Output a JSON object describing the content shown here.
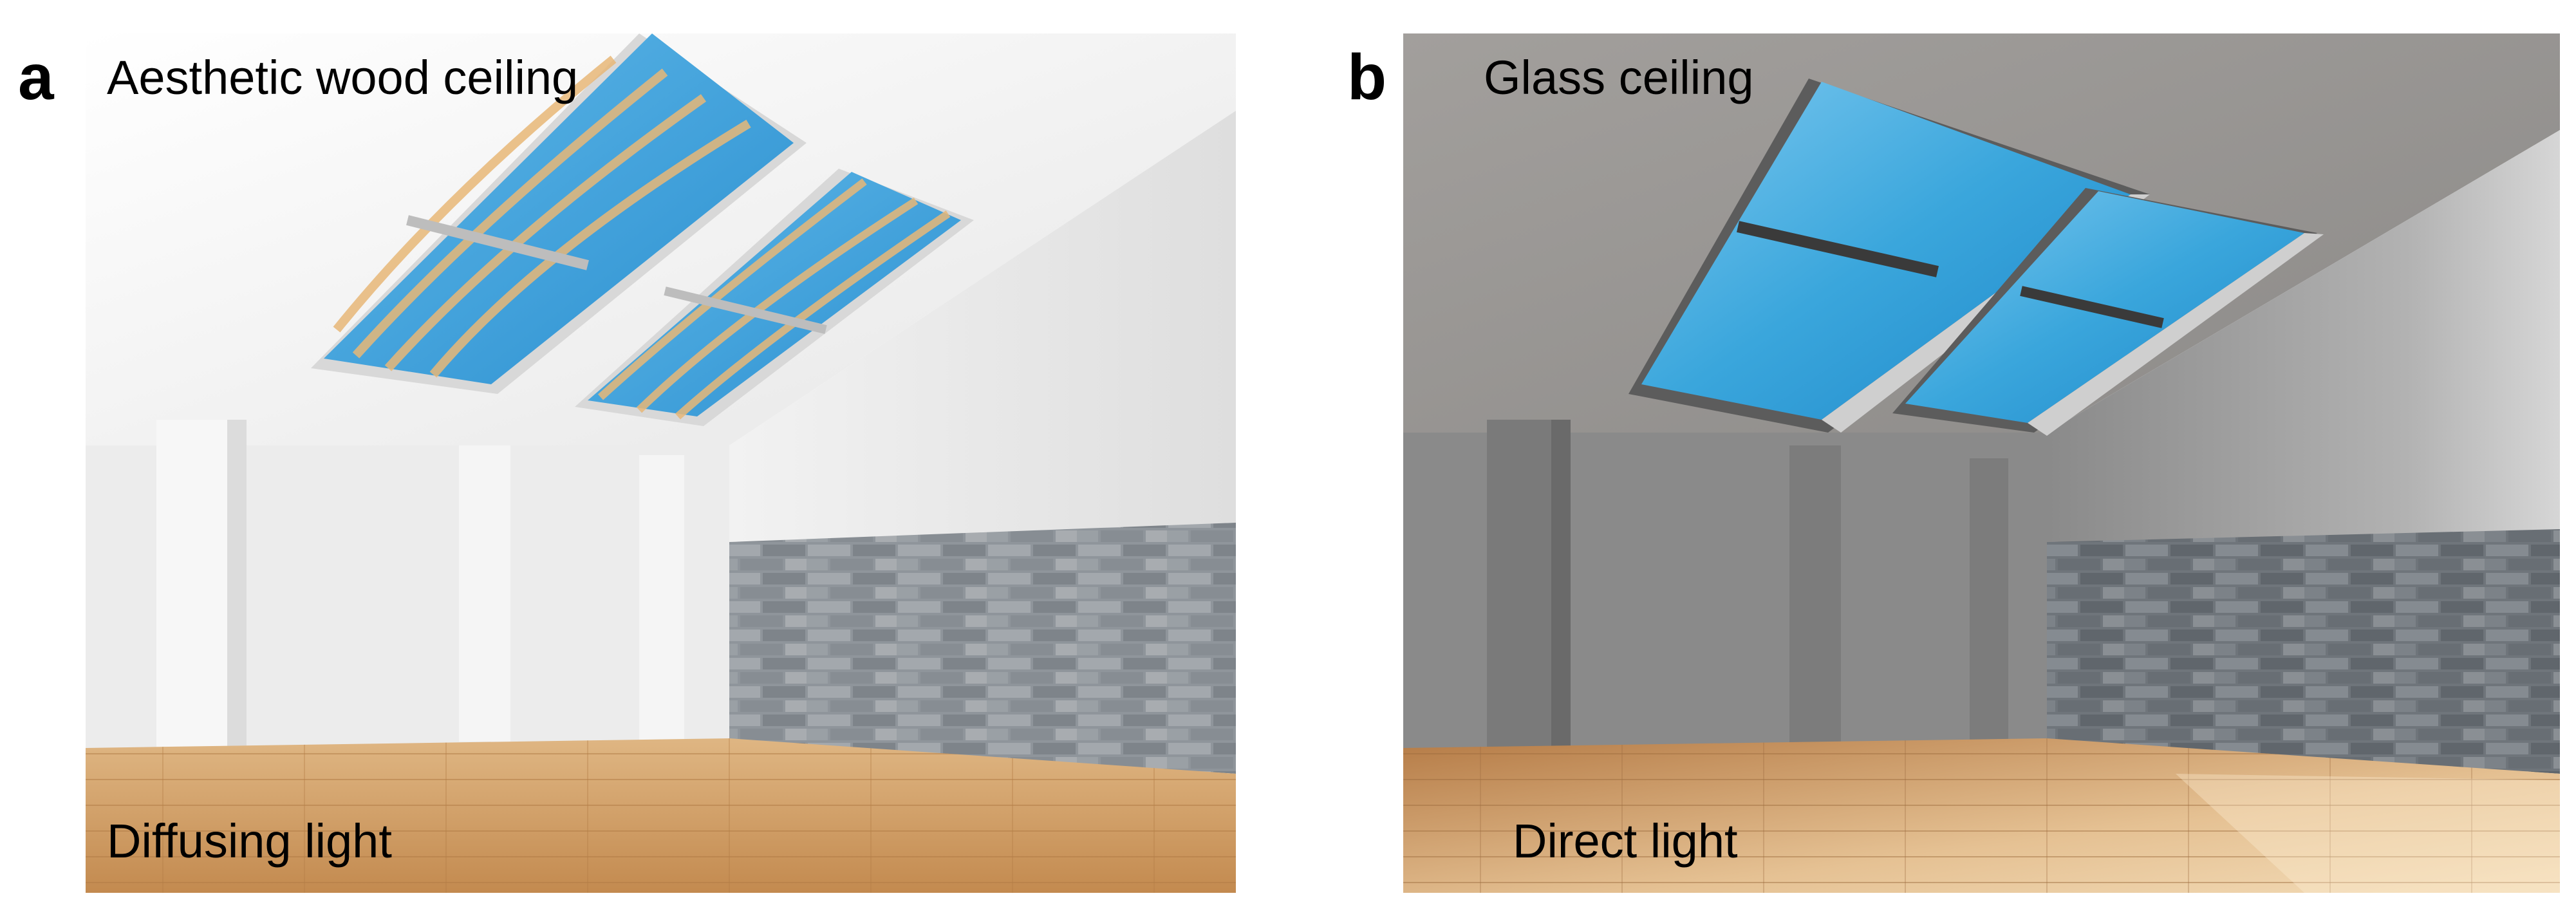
{
  "panels": [
    {
      "letter": "a",
      "title": "Aesthetic wood ceiling",
      "caption": "Diffusing light"
    },
    {
      "letter": "b",
      "title": "Glass ceiling",
      "caption": "Direct light"
    }
  ],
  "colors": {
    "sky_blue": "#3aa6dc",
    "wood_floor": "#c8925a",
    "brick": "#8f959b",
    "wall_light": "#eeeeee",
    "wall_dark": "#8e8e8e"
  }
}
